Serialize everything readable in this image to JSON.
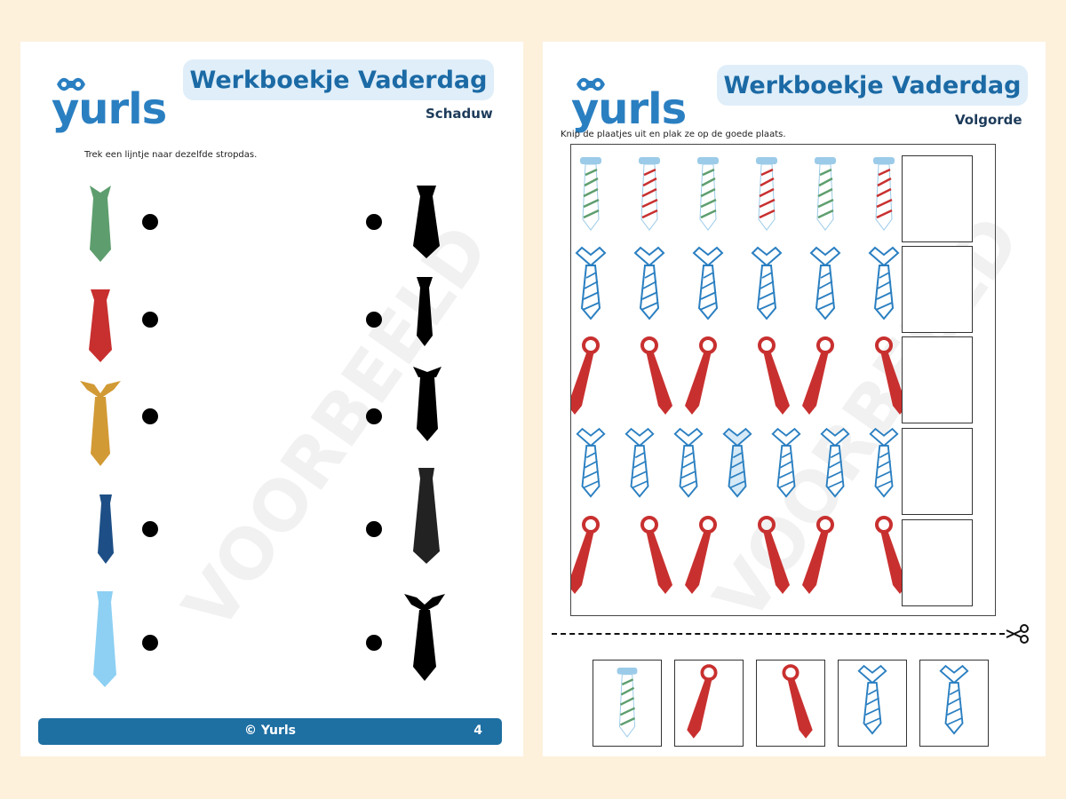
{
  "left_page": {
    "logo": "yurls",
    "title": "Werkboekje Vaderdag",
    "subtitle": "Schaduw",
    "instruction": "Trek een lijntje naar dezelfde stropdas.",
    "watermark": "VOORBEELD",
    "footer": {
      "brand": "© Yurls",
      "page_number": "4"
    },
    "colored_ties": [
      {
        "color": "#5e9e6e",
        "icon": "green-tie-icon"
      },
      {
        "color": "#c8302f",
        "icon": "red-tie-icon"
      },
      {
        "color": "#d29a35",
        "icon": "gold-tie-icon"
      },
      {
        "color": "#1d4f86",
        "icon": "navy-tie-icon"
      },
      {
        "color": "#8dd0f3",
        "icon": "light-blue-tie-icon"
      }
    ],
    "shadow_ties": [
      {
        "color": "#000000",
        "icon": "tie-shadow-icon"
      },
      {
        "color": "#000000",
        "icon": "tie-shadow-icon"
      },
      {
        "color": "#000000",
        "icon": "tie-shadow-icon"
      },
      {
        "color": "#222222",
        "icon": "tie-shadow-icon"
      },
      {
        "color": "#000000",
        "icon": "tie-shadow-icon"
      }
    ]
  },
  "right_page": {
    "logo": "yurls",
    "title": "Werkboekje Vaderdag",
    "subtitle": "Volgorde",
    "instruction": "Knip de plaatjes uit en plak ze op de goede plaats.",
    "watermark": "VOORBEELD",
    "rows": [
      {
        "pattern": "green-red-alternating",
        "items": [
          "striped-green",
          "striped-red",
          "striped-green",
          "striped-red",
          "striped-green",
          "striped-red"
        ]
      },
      {
        "pattern": "outline-blue",
        "items": [
          "outline",
          "outline",
          "outline",
          "outline",
          "outline",
          "outline"
        ]
      },
      {
        "pattern": "red-angled-pairs",
        "items": [
          "red-left",
          "red-right",
          "red-left",
          "red-right",
          "red-left",
          "red-right"
        ]
      },
      {
        "pattern": "outline-blue-mixed",
        "items": [
          "outline",
          "outline",
          "outline",
          "filled",
          "outline",
          "outline",
          "outline"
        ]
      },
      {
        "pattern": "red-angled-pairs",
        "items": [
          "red-left",
          "red-right",
          "red-left",
          "red-right",
          "red-left",
          "red-right"
        ]
      }
    ],
    "cut_pieces": [
      "striped-green-tie",
      "red-tie-left",
      "red-tie-right",
      "outline-blue-tie",
      "outline-blue-tie"
    ],
    "colors": {
      "blue": "#2a7fc1",
      "red": "#c8302f",
      "green": "#5e9e6e",
      "light_blue": "#9bcbe8"
    }
  }
}
